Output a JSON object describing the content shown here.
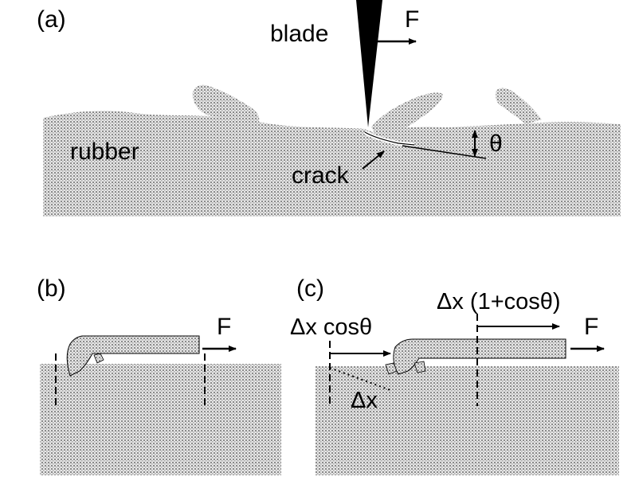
{
  "panels": {
    "a": {
      "tag": "(a)",
      "blade": "blade",
      "force": "F",
      "material": "rubber",
      "crack": "crack",
      "angle": "θ"
    },
    "b": {
      "tag": "(b)",
      "force": "F"
    },
    "c": {
      "tag": "(c)",
      "force": "F",
      "dx_cos": "Δx cosθ",
      "dx_one_plus_cos": "Δx (1+cosθ)",
      "dx": "Δx"
    }
  },
  "colors": {
    "rubber_fill": "#d0d0d0",
    "ink": "#000000"
  }
}
